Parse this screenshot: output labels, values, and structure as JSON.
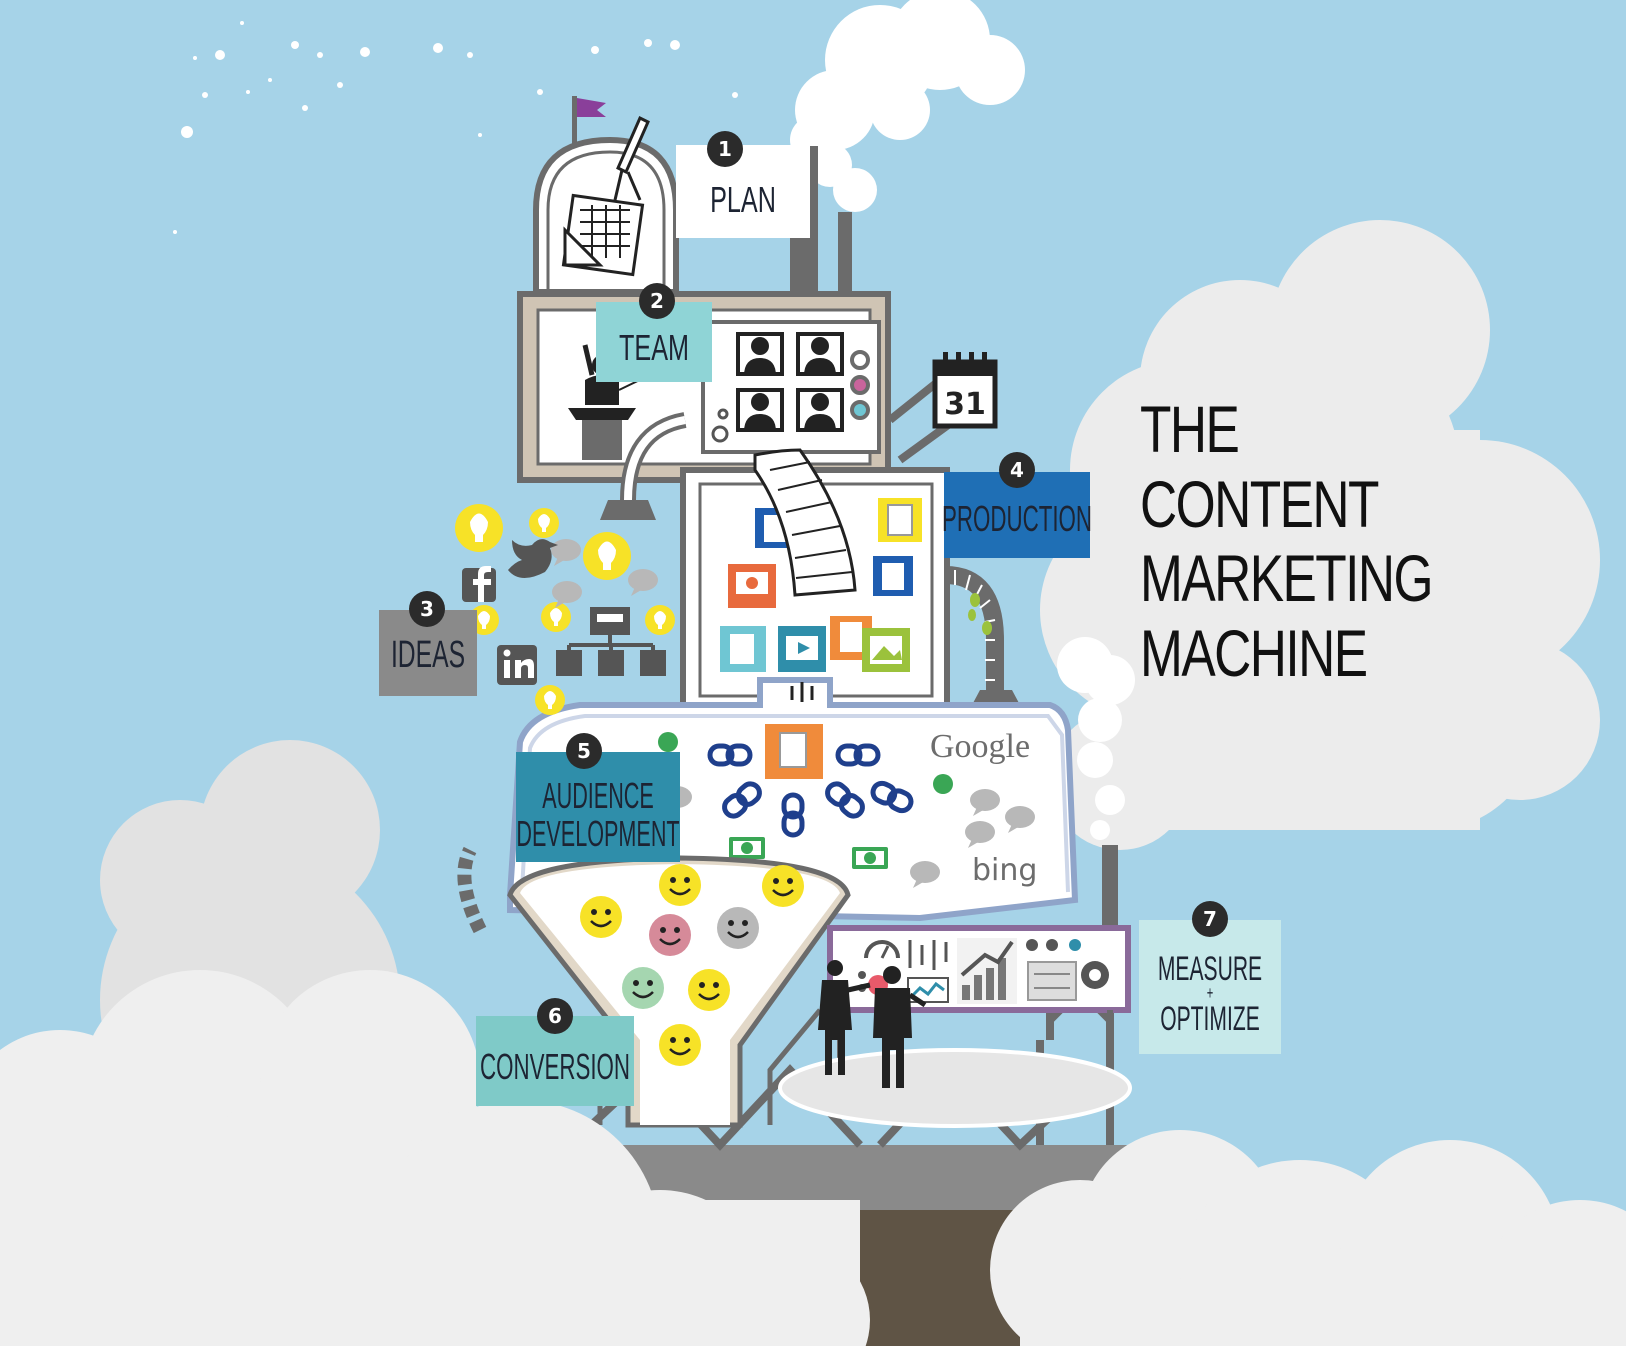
{
  "title": {
    "line1": "THE",
    "line2": "CONTENT",
    "line3": "MARKETING",
    "line4": "MACHINE"
  },
  "steps": [
    {
      "number": "1",
      "label": "PLAN"
    },
    {
      "number": "2",
      "label": "TEAM"
    },
    {
      "number": "3",
      "label": "IDEAS"
    },
    {
      "number": "4",
      "label": "PRODUCTION"
    },
    {
      "number": "5",
      "label_line1": "AUDIENCE",
      "label_line2": "DEVELOPMENT"
    },
    {
      "number": "6",
      "label": "CONVERSION"
    },
    {
      "number": "7",
      "label_line1": "MEASURE",
      "label_plus": "+",
      "label_line2": "OPTIMIZE"
    }
  ],
  "calendar": {
    "day": "31"
  },
  "search_engines": {
    "google": "Google",
    "bing": "bing"
  },
  "colors": {
    "sky": "#a6d3e8",
    "cloud": "#efefef",
    "frame": "#6b6b6b",
    "plan_box": "#ffffff",
    "team_box": "#8fd4d6",
    "ideas_box": "#8a8a8a",
    "production_box": "#1f6fb5",
    "audience_box": "#2f8eaa",
    "conversion_box": "#7fcac8",
    "measure_box": "#c7e9ea",
    "smiley_yellow": "#f7e227",
    "smiley_pink": "#d68a99",
    "smiley_green": "#a5d6b0",
    "smiley_grey": "#b8b8b8"
  },
  "icons": [
    "flag-icon",
    "blueprint-icon",
    "presenter-icon",
    "avatar-icon",
    "gear-icon",
    "calendar-icon",
    "lightbulb-icon",
    "twitter-icon",
    "facebook-icon",
    "linkedin-icon",
    "org-chart-icon",
    "document-icon",
    "book-icon",
    "presentation-icon",
    "video-icon",
    "image-icon",
    "link-icon",
    "dollar-icon",
    "chat-bubble-icon",
    "smiley-icon",
    "gauge-icon",
    "bar-chart-icon",
    "funnel-icon",
    "businessman-icon"
  ]
}
